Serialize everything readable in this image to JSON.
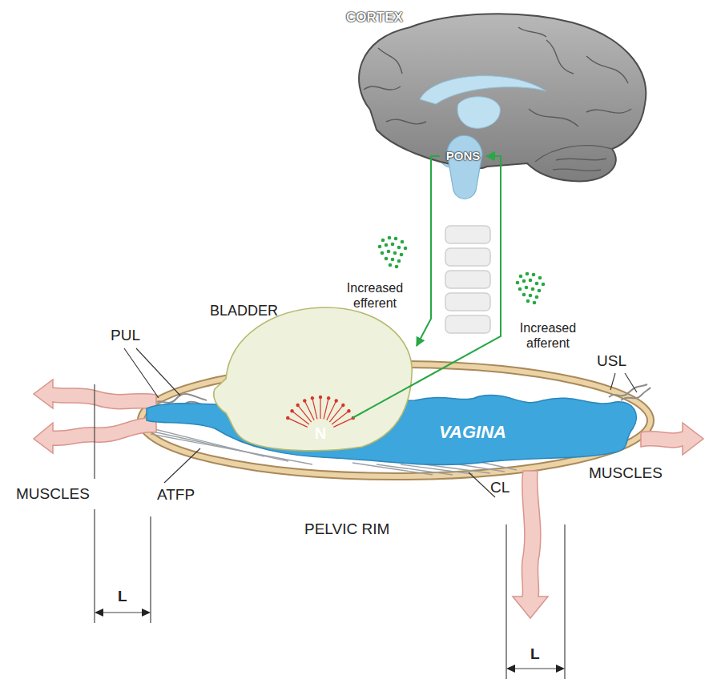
{
  "diagram": {
    "nodes": [
      {
        "text": [
          "CORTEX"
        ]
      },
      {
        "text": [
          "PONS"
        ],
        "in": 0
      },
      {
        "text": [
          "BLADDER"
        ]
      },
      {
        "text": [
          "N"
        ],
        "in": 2
      },
      {
        "text": [
          "VAGINA"
        ]
      }
    ],
    "edges": [
      {
        "from": 1,
        "to": 2,
        "arrow": "to",
        "label": "Increased efferent"
      },
      {
        "from": 3,
        "to": 1,
        "arrow": "to",
        "label": "Increased afferent"
      }
    ],
    "labels": [
      "PUL",
      "USL",
      "MUSCLES",
      "MUSCLES",
      "ATFP",
      "CL",
      "PELVIC RIM",
      "L",
      "L"
    ]
  }
}
